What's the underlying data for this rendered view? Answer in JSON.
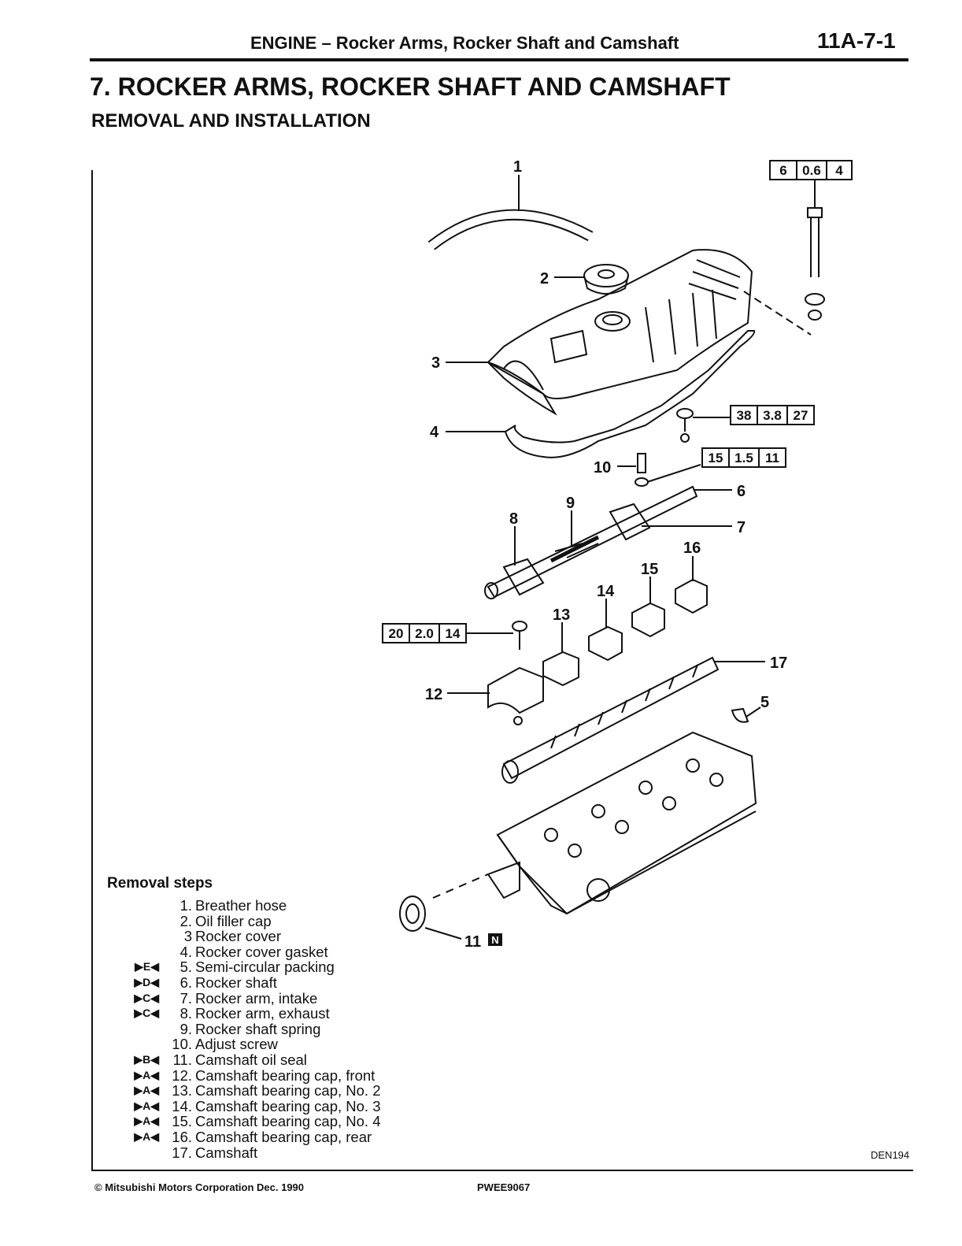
{
  "header": {
    "title": "ENGINE – Rocker Arms, Rocker Shaft and Camshaft",
    "page": "11A-7-1"
  },
  "section": {
    "title": "7. ROCKER ARMS, ROCKER SHAFT AND CAMSHAFT",
    "subtitle": "REMOVAL AND INSTALLATION"
  },
  "callouts": [
    "1",
    "2",
    "3",
    "4",
    "5",
    "6",
    "7",
    "8",
    "9",
    "10",
    "11",
    "12",
    "13",
    "14",
    "15",
    "16",
    "17"
  ],
  "seal_mark": "N",
  "torque_specs": [
    {
      "nm": "6",
      "kgm": "0.6",
      "ftlbs": "4"
    },
    {
      "nm": "38",
      "kgm": "3.8",
      "ftlbs": "27"
    },
    {
      "nm": "15",
      "kgm": "1.5",
      "ftlbs": "11"
    },
    {
      "nm": "20",
      "kgm": "2.0",
      "ftlbs": "14"
    }
  ],
  "removal": {
    "heading": "Removal steps",
    "steps": [
      {
        "mark": "",
        "num": "1.",
        "text": "Breather hose"
      },
      {
        "mark": "",
        "num": "2.",
        "text": "Oil filler cap"
      },
      {
        "mark": "",
        "num": "3",
        "text": "Rocker cover"
      },
      {
        "mark": "",
        "num": "4.",
        "text": "Rocker cover gasket"
      },
      {
        "mark": "▶E◀",
        "num": "5.",
        "text": "Semi-circular packing"
      },
      {
        "mark": "▶D◀",
        "num": "6.",
        "text": "Rocker shaft"
      },
      {
        "mark": "▶C◀",
        "num": "7.",
        "text": "Rocker arm, intake"
      },
      {
        "mark": "▶C◀",
        "num": "8.",
        "text": "Rocker arm, exhaust"
      },
      {
        "mark": "",
        "num": "9.",
        "text": "Rocker shaft spring"
      },
      {
        "mark": "",
        "num": "10.",
        "text": "Adjust screw"
      },
      {
        "mark": "▶B◀",
        "num": "11.",
        "text": "Camshaft oil seal"
      },
      {
        "mark": "▶A◀",
        "num": "12.",
        "text": "Camshaft bearing cap, front"
      },
      {
        "mark": "▶A◀",
        "num": "13.",
        "text": "Camshaft bearing cap, No. 2"
      },
      {
        "mark": "▶A◀",
        "num": "14.",
        "text": "Camshaft bearing cap, No. 3"
      },
      {
        "mark": "▶A◀",
        "num": "15.",
        "text": "Camshaft bearing cap, No. 4"
      },
      {
        "mark": "▶A◀",
        "num": "16.",
        "text": "Camshaft bearing cap, rear"
      },
      {
        "mark": "",
        "num": "17.",
        "text": "Camshaft"
      }
    ]
  },
  "figure_ref": "DEN194",
  "footer": {
    "copyright": "© Mitsubishi Motors Corporation   Dec. 1990",
    "code": "PWEE9067"
  }
}
